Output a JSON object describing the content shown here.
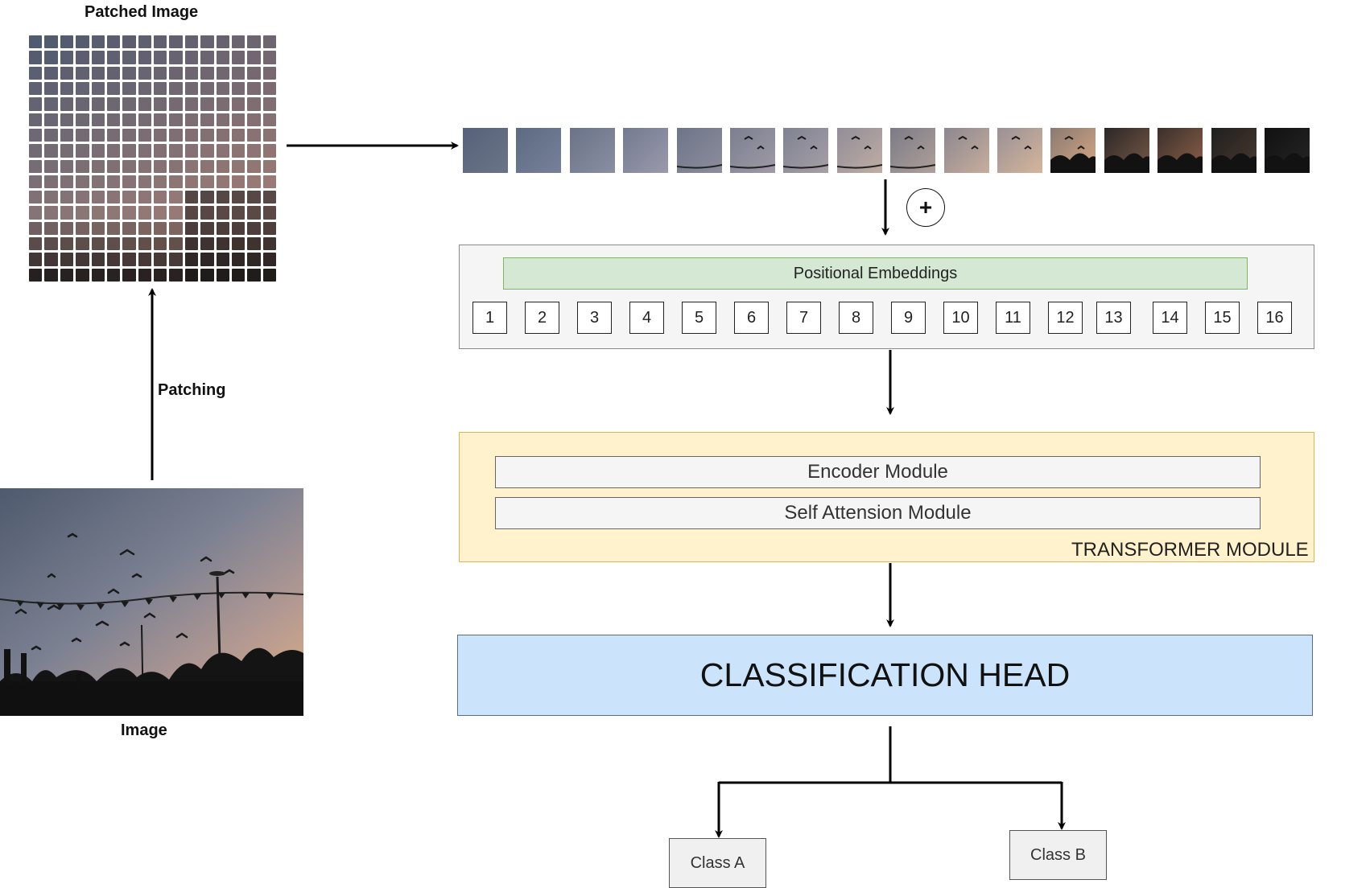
{
  "labels": {
    "patched_image": "Patched Image",
    "patching": "Patching",
    "image": "Image",
    "plus": "+",
    "positional_embeddings": "Positional Embeddings",
    "encoder_module": "Encoder Module",
    "self_attention_module": "Self Attension Module",
    "transformer_module": "TRANSFORMER MODULE",
    "classification_head": "CLASSIFICATION HEAD",
    "class_a": "Class A",
    "class_b": "Class B"
  },
  "patch_numbers": [
    "1",
    "2",
    "3",
    "4",
    "5",
    "6",
    "7",
    "8",
    "9",
    "10",
    "11",
    "12",
    "13",
    "14",
    "15",
    "16"
  ],
  "colors": {
    "positional_bg": "#d5e8d4",
    "transformer_bg": "#fff2cc",
    "classification_bg": "#cce4fb",
    "group_bg": "#f5f5f5"
  }
}
